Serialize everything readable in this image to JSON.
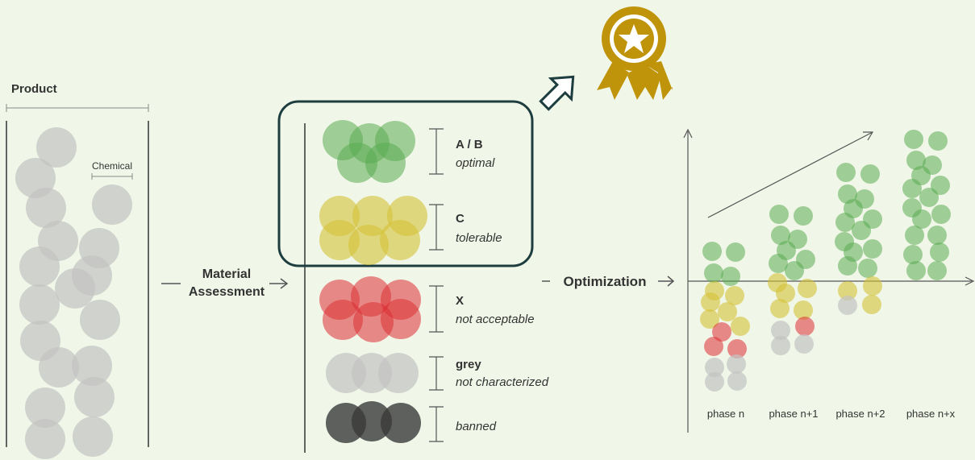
{
  "product": {
    "title": "Product",
    "chemical_label": "Chemical"
  },
  "arrows": {
    "material_assessment_line1": "Material",
    "material_assessment_line2": "Assessment",
    "optimization": "Optimization"
  },
  "categories": [
    {
      "grade": "A / B",
      "desc": "optimal",
      "color": "#5aac52"
    },
    {
      "grade": "C",
      "desc": "tolerable",
      "color": "#d4c236"
    },
    {
      "grade": "X",
      "desc": "not acceptable",
      "color": "#dc2f34"
    },
    {
      "grade": "grey",
      "desc": "not characterized",
      "color": "#c4c4c4"
    },
    {
      "grade": "",
      "desc": "banned",
      "color": "#3a3a3a"
    }
  ],
  "phases": [
    "phase n",
    "phase n+1",
    "phase n+2",
    "phase n+x"
  ],
  "colors": {
    "background": "#f1f7e8",
    "highlight_box": "#1d3d3f",
    "award": "#bf930a",
    "product_circle": "#c4c4c4"
  },
  "icons": {
    "award": "award-ribbon-icon",
    "up_arrow": "outlined-arrow-icon"
  }
}
